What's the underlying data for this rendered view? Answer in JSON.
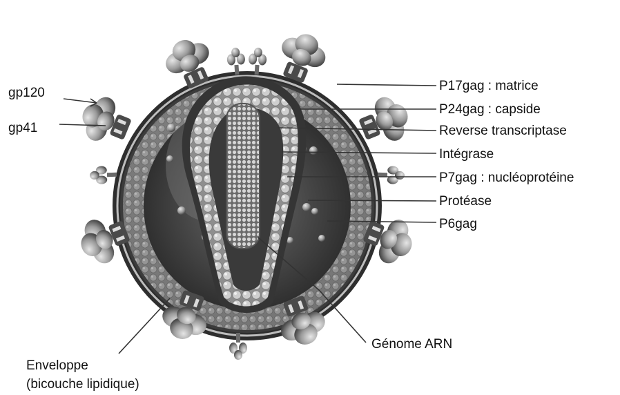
{
  "labels": {
    "gp120": "gp120",
    "gp41": "gp41",
    "p17": "P17gag : matrice",
    "p24": "P24gag : capside",
    "rt": "Reverse transcriptase",
    "integrase": "Intégrase",
    "p7": "P7gag : nucléoprotéine",
    "protease": "Protéase",
    "p6": "P6gag",
    "genome": "Génome ARN",
    "envelope_line1": "Enveloppe",
    "envelope_line2": "(bicouche lipidique)"
  },
  "colors": {
    "text": "#111111",
    "line": "#333333",
    "membrane": "#3a3a3a",
    "matrix": "#7a7a7a",
    "capsid": "#b5b5b5",
    "spike": "#8c8c8c"
  }
}
